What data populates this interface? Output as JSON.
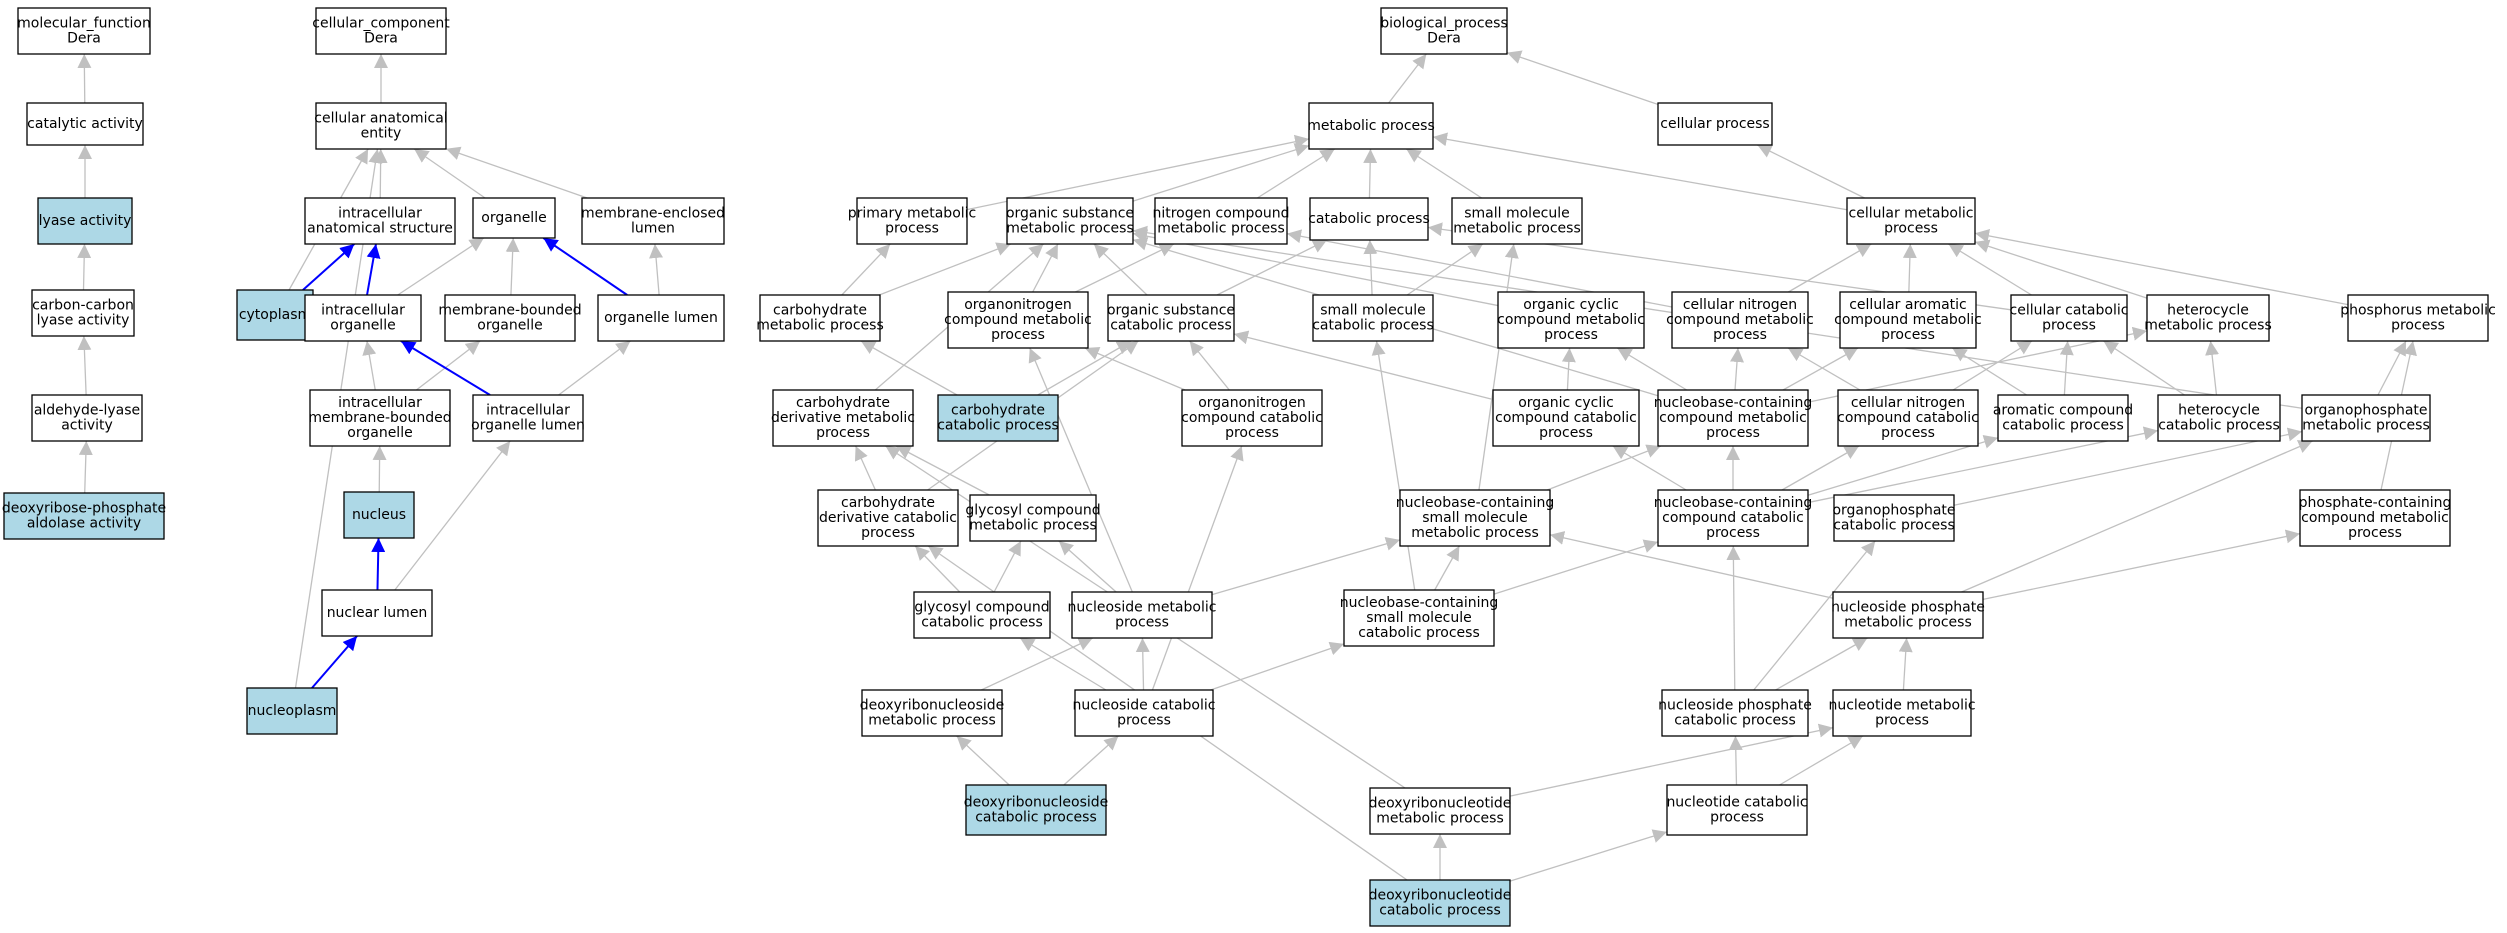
{
  "colors": {
    "highlight": "#add8e6",
    "node_fill": "#ffffff",
    "edge_gray": "#c0c0c0",
    "edge_blue": "#0000ff",
    "border": "#000000"
  },
  "nodes": [
    {
      "id": "mf",
      "lines": [
        "molecular_function",
        "Dera"
      ],
      "hl": false
    },
    {
      "id": "cat",
      "lines": [
        "catalytic activity"
      ],
      "hl": false
    },
    {
      "id": "lyase",
      "lines": [
        "lyase activity"
      ],
      "hl": true
    },
    {
      "id": "cc_lyase",
      "lines": [
        "carbon-carbon",
        "lyase activity"
      ],
      "hl": false
    },
    {
      "id": "ald",
      "lines": [
        "aldehyde-lyase",
        "activity"
      ],
      "hl": false
    },
    {
      "id": "drpa",
      "lines": [
        "deoxyribose-phosphate",
        "aldolase activity"
      ],
      "hl": true
    },
    {
      "id": "cc",
      "lines": [
        "cellular_component",
        "Dera"
      ],
      "hl": false
    },
    {
      "id": "cae",
      "lines": [
        "cellular anatomical",
        "entity"
      ],
      "hl": false
    },
    {
      "id": "ias",
      "lines": [
        "intracellular",
        "anatomical structure"
      ],
      "hl": false
    },
    {
      "id": "organelle",
      "lines": [
        "organelle"
      ],
      "hl": false
    },
    {
      "id": "mel",
      "lines": [
        "membrane-enclosed",
        "lumen"
      ],
      "hl": false
    },
    {
      "id": "cyto",
      "lines": [
        "cytoplasm"
      ],
      "hl": true
    },
    {
      "id": "io",
      "lines": [
        "intracellular",
        "organelle"
      ],
      "hl": false
    },
    {
      "id": "mbo",
      "lines": [
        "membrane-bounded",
        "organelle"
      ],
      "hl": false
    },
    {
      "id": "ol",
      "lines": [
        "organelle lumen"
      ],
      "hl": false
    },
    {
      "id": "imbo",
      "lines": [
        "intracellular",
        "membrane-bounded",
        "organelle"
      ],
      "hl": false
    },
    {
      "id": "iol",
      "lines": [
        "intracellular",
        "organelle lumen"
      ],
      "hl": false
    },
    {
      "id": "nucleus",
      "lines": [
        "nucleus"
      ],
      "hl": true
    },
    {
      "id": "nl",
      "lines": [
        "nuclear lumen"
      ],
      "hl": false
    },
    {
      "id": "np",
      "lines": [
        "nucleoplasm"
      ],
      "hl": true
    },
    {
      "id": "bp",
      "lines": [
        "biological_process",
        "Dera"
      ],
      "hl": false
    },
    {
      "id": "mp",
      "lines": [
        "metabolic process"
      ],
      "hl": false
    },
    {
      "id": "cp",
      "lines": [
        "cellular process"
      ],
      "hl": false
    },
    {
      "id": "pmp",
      "lines": [
        "primary metabolic",
        "process"
      ],
      "hl": false
    },
    {
      "id": "osmp",
      "lines": [
        "organic substance",
        "metabolic process"
      ],
      "hl": false
    },
    {
      "id": "ncmp",
      "lines": [
        "nitrogen compound",
        "metabolic process"
      ],
      "hl": false
    },
    {
      "id": "catp",
      "lines": [
        "catabolic process"
      ],
      "hl": false
    },
    {
      "id": "smmp",
      "lines": [
        "small molecule",
        "metabolic process"
      ],
      "hl": false
    },
    {
      "id": "cmp",
      "lines": [
        "cellular metabolic",
        "process"
      ],
      "hl": false
    },
    {
      "id": "chmp",
      "lines": [
        "carbohydrate",
        "metabolic process"
      ],
      "hl": false
    },
    {
      "id": "oncmp",
      "lines": [
        "organonitrogen",
        "compound metabolic",
        "process"
      ],
      "hl": false
    },
    {
      "id": "oscp",
      "lines": [
        "organic substance",
        "catabolic process"
      ],
      "hl": false
    },
    {
      "id": "smcp",
      "lines": [
        "small molecule",
        "catabolic process"
      ],
      "hl": false
    },
    {
      "id": "occmp",
      "lines": [
        "organic cyclic",
        "compound metabolic",
        "process"
      ],
      "hl": false
    },
    {
      "id": "cncmp",
      "lines": [
        "cellular nitrogen",
        "compound metabolic",
        "process"
      ],
      "hl": false
    },
    {
      "id": "cacmp",
      "lines": [
        "cellular aromatic",
        "compound metabolic",
        "process"
      ],
      "hl": false
    },
    {
      "id": "ccp",
      "lines": [
        "cellular catabolic",
        "process"
      ],
      "hl": false
    },
    {
      "id": "hmp",
      "lines": [
        "heterocycle",
        "metabolic process"
      ],
      "hl": false
    },
    {
      "id": "phmp",
      "lines": [
        "phosphorus metabolic",
        "process"
      ],
      "hl": false
    },
    {
      "id": "chdmp",
      "lines": [
        "carbohydrate",
        "derivative metabolic",
        "process"
      ],
      "hl": false
    },
    {
      "id": "chcp",
      "lines": [
        "carbohydrate",
        "catabolic process"
      ],
      "hl": true
    },
    {
      "id": "onccp",
      "lines": [
        "organonitrogen",
        "compound catabolic",
        "process"
      ],
      "hl": false
    },
    {
      "id": "occcp",
      "lines": [
        "organic cyclic",
        "compound catabolic",
        "process"
      ],
      "hl": false
    },
    {
      "id": "nbcmp",
      "lines": [
        "nucleobase-containing",
        "compound metabolic",
        "process"
      ],
      "hl": false
    },
    {
      "id": "cnccp",
      "lines": [
        "cellular nitrogen",
        "compound catabolic",
        "process"
      ],
      "hl": false
    },
    {
      "id": "accp",
      "lines": [
        "aromatic compound",
        "catabolic process"
      ],
      "hl": false
    },
    {
      "id": "hcp",
      "lines": [
        "heterocycle",
        "catabolic process"
      ],
      "hl": false
    },
    {
      "id": "opmp",
      "lines": [
        "organophosphate",
        "metabolic process"
      ],
      "hl": false
    },
    {
      "id": "chdcp",
      "lines": [
        "carbohydrate",
        "derivative catabolic",
        "process"
      ],
      "hl": false
    },
    {
      "id": "gcmp",
      "lines": [
        "glycosyl compound",
        "metabolic process"
      ],
      "hl": false
    },
    {
      "id": "nbsmmp",
      "lines": [
        "nucleobase-containing",
        "small molecule",
        "metabolic process"
      ],
      "hl": false
    },
    {
      "id": "nbccp",
      "lines": [
        "nucleobase-containing",
        "compound catabolic",
        "process"
      ],
      "hl": false
    },
    {
      "id": "opcp",
      "lines": [
        "organophosphate",
        "catabolic process"
      ],
      "hl": false
    },
    {
      "id": "pcmp",
      "lines": [
        "phosphate-containing",
        "compound metabolic",
        "process"
      ],
      "hl": false
    },
    {
      "id": "gccp",
      "lines": [
        "glycosyl compound",
        "catabolic process"
      ],
      "hl": false
    },
    {
      "id": "nsmp",
      "lines": [
        "nucleoside metabolic",
        "process"
      ],
      "hl": false
    },
    {
      "id": "nbsmcp",
      "lines": [
        "nucleobase-containing",
        "small molecule",
        "catabolic process"
      ],
      "hl": false
    },
    {
      "id": "nspmp",
      "lines": [
        "nucleoside phosphate",
        "metabolic process"
      ],
      "hl": false
    },
    {
      "id": "drnmp",
      "lines": [
        "deoxyribonucleoside",
        "metabolic process"
      ],
      "hl": false
    },
    {
      "id": "nscp",
      "lines": [
        "nucleoside catabolic",
        "process"
      ],
      "hl": false
    },
    {
      "id": "nspcp",
      "lines": [
        "nucleoside phosphate",
        "catabolic process"
      ],
      "hl": false
    },
    {
      "id": "ntmp",
      "lines": [
        "nucleotide metabolic",
        "process"
      ],
      "hl": false
    },
    {
      "id": "drncp",
      "lines": [
        "deoxyribonucleoside",
        "catabolic process"
      ],
      "hl": true
    },
    {
      "id": "drntmp",
      "lines": [
        "deoxyribonucleotide",
        "metabolic process"
      ],
      "hl": false
    },
    {
      "id": "ntcp",
      "lines": [
        "nucleotide catabolic",
        "process"
      ],
      "hl": false
    },
    {
      "id": "drntcp",
      "lines": [
        "deoxyribonucleotide",
        "catabolic process"
      ],
      "hl": true
    }
  ],
  "edges": [
    {
      "from": "cat",
      "to": "mf"
    },
    {
      "from": "lyase",
      "to": "cat"
    },
    {
      "from": "cc_lyase",
      "to": "lyase"
    },
    {
      "from": "ald",
      "to": "cc_lyase"
    },
    {
      "from": "drpa",
      "to": "ald"
    },
    {
      "from": "cae",
      "to": "cc"
    },
    {
      "from": "ias",
      "to": "cae"
    },
    {
      "from": "organelle",
      "to": "cae"
    },
    {
      "from": "mel",
      "to": "cae"
    },
    {
      "from": "cyto",
      "to": "cae"
    },
    {
      "from": "np",
      "to": "cae"
    },
    {
      "from": "cyto",
      "to": "ias",
      "blue": true
    },
    {
      "from": "io",
      "to": "ias",
      "blue": true
    },
    {
      "from": "io",
      "to": "organelle"
    },
    {
      "from": "mbo",
      "to": "organelle"
    },
    {
      "from": "ol",
      "to": "organelle",
      "blue": true
    },
    {
      "from": "ol",
      "to": "mel"
    },
    {
      "from": "imbo",
      "to": "io"
    },
    {
      "from": "imbo",
      "to": "mbo"
    },
    {
      "from": "iol",
      "to": "io",
      "blue": true
    },
    {
      "from": "iol",
      "to": "ol"
    },
    {
      "from": "nucleus",
      "to": "imbo"
    },
    {
      "from": "nl",
      "to": "iol"
    },
    {
      "from": "nl",
      "to": "nucleus",
      "blue": true
    },
    {
      "from": "np",
      "to": "nl",
      "blue": true
    },
    {
      "from": "mp",
      "to": "bp"
    },
    {
      "from": "cp",
      "to": "bp"
    },
    {
      "from": "cmp",
      "to": "cp"
    },
    {
      "from": "pmp",
      "to": "mp"
    },
    {
      "from": "osmp",
      "to": "mp"
    },
    {
      "from": "ncmp",
      "to": "mp"
    },
    {
      "from": "catp",
      "to": "mp"
    },
    {
      "from": "smmp",
      "to": "mp"
    },
    {
      "from": "cmp",
      "to": "mp"
    },
    {
      "from": "chmp",
      "to": "pmp"
    },
    {
      "from": "chmp",
      "to": "osmp"
    },
    {
      "from": "oncmp",
      "to": "osmp"
    },
    {
      "from": "oncmp",
      "to": "ncmp"
    },
    {
      "from": "oscp",
      "to": "osmp"
    },
    {
      "from": "oscp",
      "to": "catp"
    },
    {
      "from": "smcp",
      "to": "catp"
    },
    {
      "from": "smcp",
      "to": "smmp"
    },
    {
      "from": "occmp",
      "to": "osmp"
    },
    {
      "from": "cncmp",
      "to": "ncmp"
    },
    {
      "from": "cncmp",
      "to": "cmp"
    },
    {
      "from": "cacmp",
      "to": "cmp"
    },
    {
      "from": "ccp",
      "to": "catp"
    },
    {
      "from": "ccp",
      "to": "cmp"
    },
    {
      "from": "hmp",
      "to": "cmp"
    },
    {
      "from": "phmp",
      "to": "cmp"
    },
    {
      "from": "chdmp",
      "to": "osmp"
    },
    {
      "from": "chcp",
      "to": "chmp"
    },
    {
      "from": "chcp",
      "to": "oscp"
    },
    {
      "from": "onccp",
      "to": "oncmp"
    },
    {
      "from": "onccp",
      "to": "oscp"
    },
    {
      "from": "occcp",
      "to": "occmp"
    },
    {
      "from": "occcp",
      "to": "oscp"
    },
    {
      "from": "nbcmp",
      "to": "occmp"
    },
    {
      "from": "nbcmp",
      "to": "cncmp"
    },
    {
      "from": "nbcmp",
      "to": "cacmp"
    },
    {
      "from": "nbcmp",
      "to": "hmp"
    },
    {
      "from": "nbcmp",
      "to": "osmp"
    },
    {
      "from": "cnccp",
      "to": "cncmp"
    },
    {
      "from": "cnccp",
      "to": "ccp"
    },
    {
      "from": "accp",
      "to": "cacmp"
    },
    {
      "from": "accp",
      "to": "ccp"
    },
    {
      "from": "hcp",
      "to": "hmp"
    },
    {
      "from": "hcp",
      "to": "ccp"
    },
    {
      "from": "opmp",
      "to": "phmp"
    },
    {
      "from": "opmp",
      "to": "osmp"
    },
    {
      "from": "chdcp",
      "to": "chdmp"
    },
    {
      "from": "chdcp",
      "to": "oscp"
    },
    {
      "from": "gcmp",
      "to": "chdmp"
    },
    {
      "from": "nbsmmp",
      "to": "nbcmp"
    },
    {
      "from": "nbsmmp",
      "to": "smmp"
    },
    {
      "from": "nbccp",
      "to": "nbcmp"
    },
    {
      "from": "nbccp",
      "to": "occcp"
    },
    {
      "from": "nbccp",
      "to": "cnccp"
    },
    {
      "from": "nbccp",
      "to": "accp"
    },
    {
      "from": "nbccp",
      "to": "hcp"
    },
    {
      "from": "opcp",
      "to": "opmp"
    },
    {
      "from": "pcmp",
      "to": "phmp"
    },
    {
      "from": "gccp",
      "to": "gcmp"
    },
    {
      "from": "gccp",
      "to": "chdcp"
    },
    {
      "from": "nsmp",
      "to": "gcmp"
    },
    {
      "from": "nsmp",
      "to": "oncmp"
    },
    {
      "from": "nsmp",
      "to": "nbsmmp"
    },
    {
      "from": "nbsmcp",
      "to": "nbsmmp"
    },
    {
      "from": "nbsmcp",
      "to": "smcp"
    },
    {
      "from": "nbsmcp",
      "to": "nbccp"
    },
    {
      "from": "nspmp",
      "to": "nbsmmp"
    },
    {
      "from": "nspmp",
      "to": "opmp"
    },
    {
      "from": "nspmp",
      "to": "pcmp"
    },
    {
      "from": "drnmp",
      "to": "nsmp"
    },
    {
      "from": "nscp",
      "to": "nsmp"
    },
    {
      "from": "nscp",
      "to": "gccp"
    },
    {
      "from": "nscp",
      "to": "onccp"
    },
    {
      "from": "nscp",
      "to": "nbsmcp"
    },
    {
      "from": "nspcp",
      "to": "nspmp"
    },
    {
      "from": "nspcp",
      "to": "nbccp"
    },
    {
      "from": "nspcp",
      "to": "opcp"
    },
    {
      "from": "ntmp",
      "to": "nspmp"
    },
    {
      "from": "drncp",
      "to": "drnmp"
    },
    {
      "from": "drncp",
      "to": "nscp"
    },
    {
      "from": "drntmp",
      "to": "ntmp"
    },
    {
      "from": "drntmp",
      "to": "chdmp"
    },
    {
      "from": "ntcp",
      "to": "ntmp"
    },
    {
      "from": "ntcp",
      "to": "nspcp"
    },
    {
      "from": "drntcp",
      "to": "drntmp"
    },
    {
      "from": "drntcp",
      "to": "ntcp"
    },
    {
      "from": "drntcp",
      "to": "chdcp"
    }
  ]
}
